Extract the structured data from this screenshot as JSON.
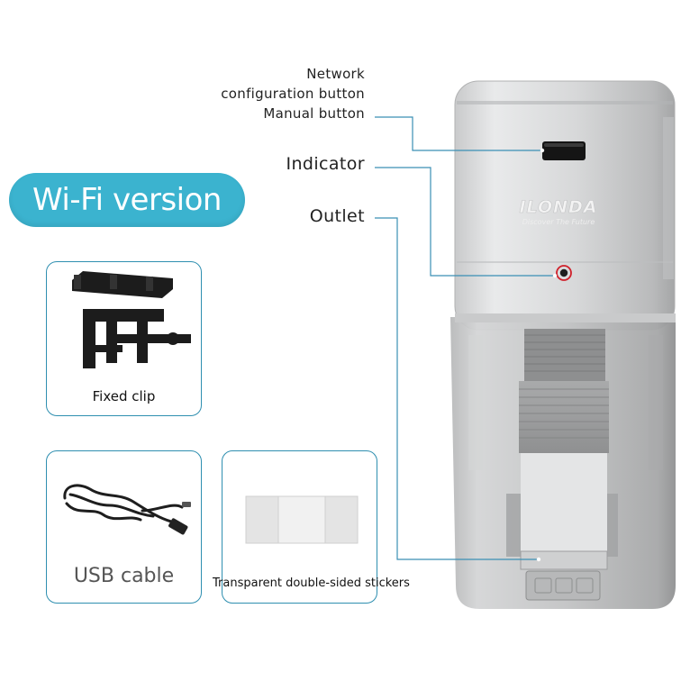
{
  "callouts": {
    "network_line1": "Network",
    "network_line2": "configuration button",
    "network_line3": "Manual button",
    "indicator": "Indicator",
    "outlet": "Outlet"
  },
  "badge": {
    "text": "Wi-Fi version"
  },
  "accessories": {
    "fixed_clip": "Fixed clip",
    "usb_cable": "USB cable",
    "stickers": "Transparent double-sided stickers"
  },
  "brand": {
    "logo_text": "ILONDA",
    "tagline": "Discover The Future"
  },
  "colors": {
    "accent": "#3bb3cf",
    "card_border": "#2f8fb0",
    "callout_line": "#3a8fb5",
    "indicator_ring": "#d0202a"
  }
}
